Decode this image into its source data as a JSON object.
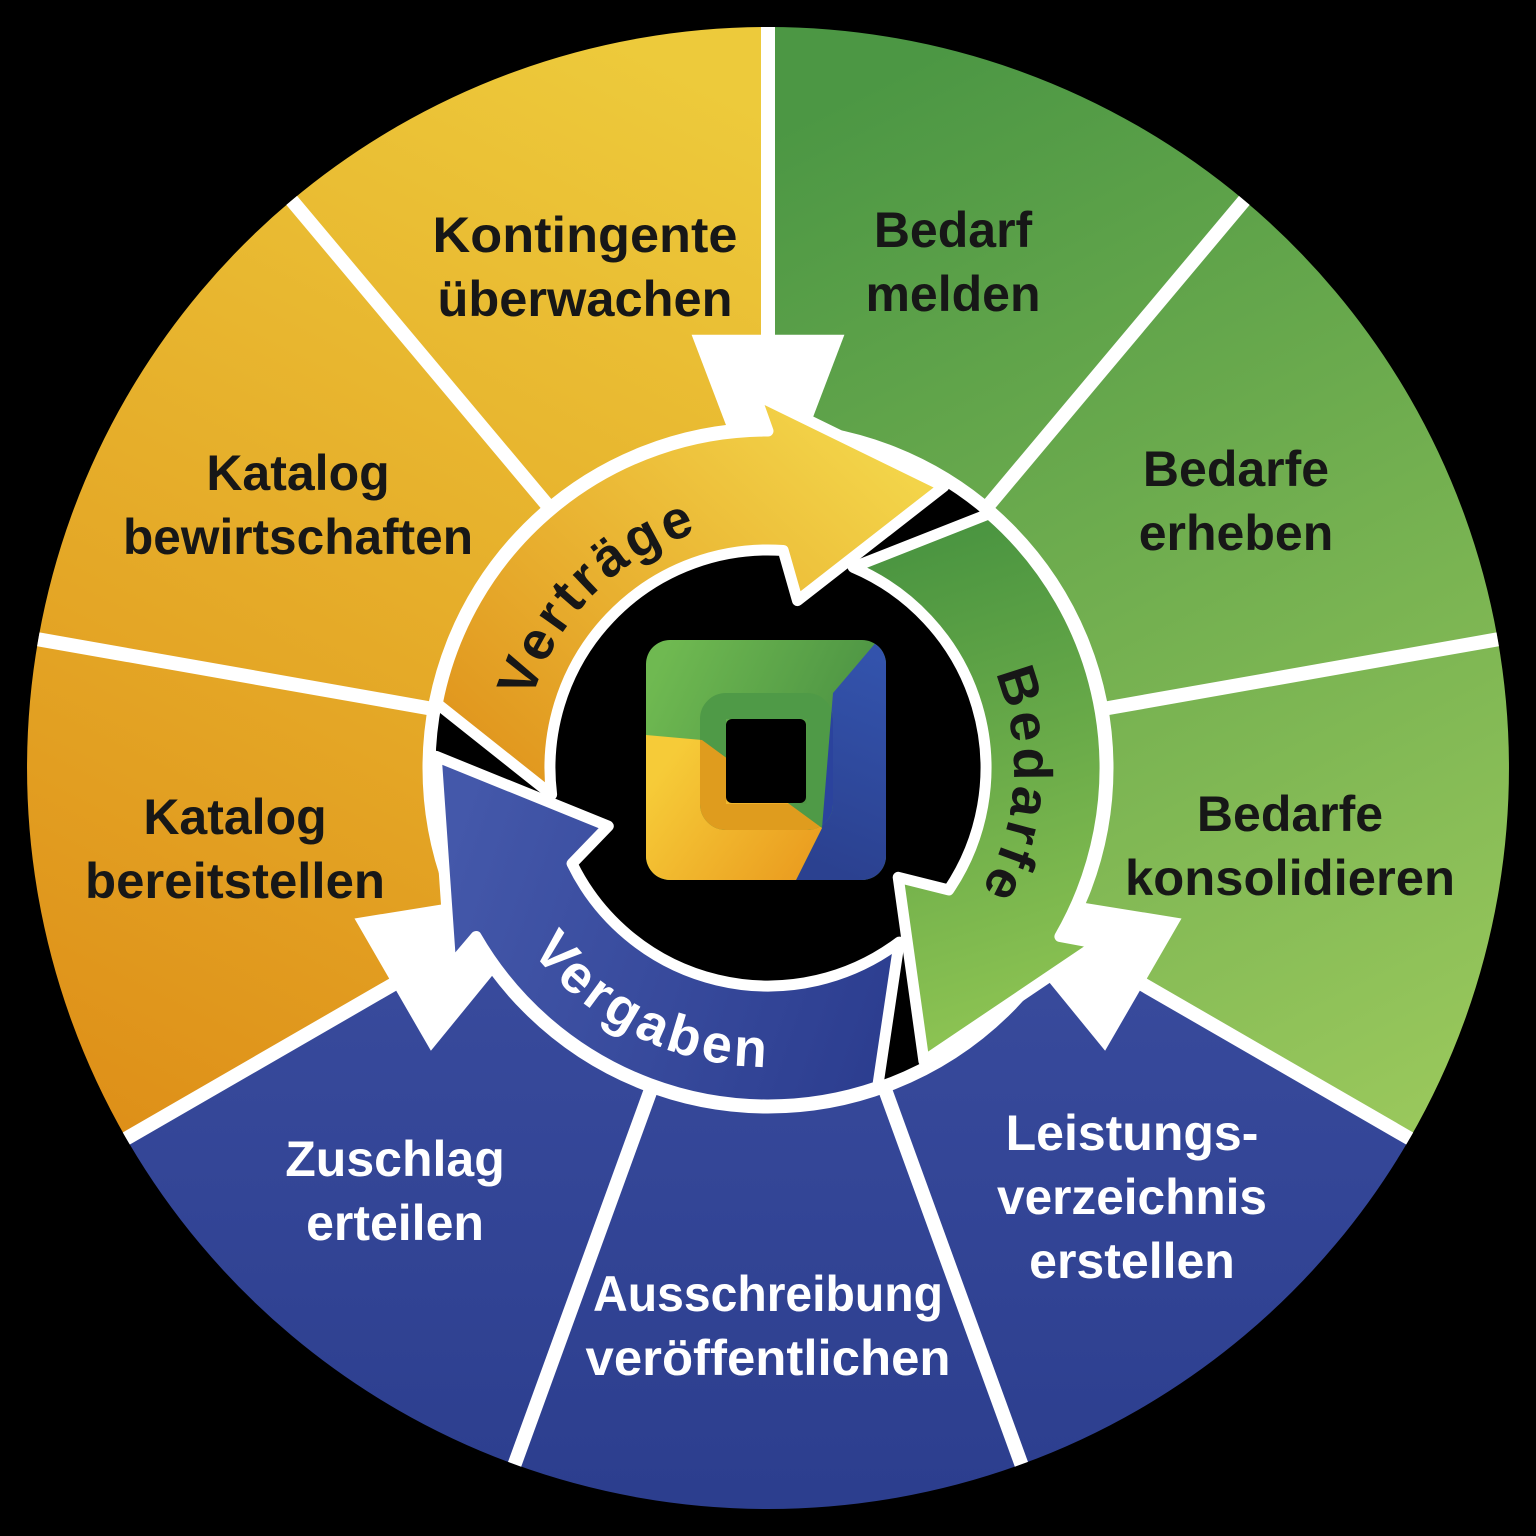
{
  "palette": {
    "background": "#000000",
    "separator": "#FFFFFF",
    "label_dark": "#171717",
    "label_light": "#FFFFFF",
    "segment_green_from": "#4C9744",
    "segment_green_to": "#9DCA5D",
    "segment_yellow_from": "#EDCA3B",
    "segment_yellow_to": "#DE8F18",
    "segment_blue_from": "#2C3E8E",
    "segment_blue_to": "#3A4C9E",
    "arrow_yellow_from": "#DE8E18",
    "arrow_yellow_to": "#F3D449",
    "arrow_green_from": "#3E8C3D",
    "arrow_green_to": "#8BC252",
    "arrow_blue_from": "#28398B",
    "arrow_blue_to": "#4458AA",
    "logo_green_from": "#6FB951",
    "logo_green_to": "#4C9343",
    "logo_blue_from": "#3353AC",
    "logo_blue_to": "#2B4190",
    "logo_yellow_from": "#F6CB38",
    "logo_yellow_to": "#E8941B",
    "logo_ring_green": "#4F9A47",
    "logo_ring_blue": "#2B439D",
    "logo_ring_orange": "#DF9C1E",
    "logo_hole": "#000000"
  },
  "wheel": {
    "logo_icon": "three-color-square-brand-logo",
    "arrows": [
      {
        "id": "vertraege",
        "label": "Verträge"
      },
      {
        "id": "bedarfe",
        "label": "Bedarfe"
      },
      {
        "id": "vergaben",
        "label": "Vergaben"
      }
    ],
    "segments": [
      {
        "id": "bedarf-melden",
        "group": "bedarfe",
        "lines": [
          "Bedarf",
          "melden"
        ]
      },
      {
        "id": "bedarfe-erheben",
        "group": "bedarfe",
        "lines": [
          "Bedarfe",
          "erheben"
        ]
      },
      {
        "id": "bedarfe-konsolidieren",
        "group": "bedarfe",
        "lines": [
          "Bedarfe",
          "konsolidieren"
        ]
      },
      {
        "id": "leistungsverzeichnis-erstellen",
        "group": "vergaben",
        "lines": [
          "Leistungs-",
          "verzeichnis",
          "erstellen"
        ]
      },
      {
        "id": "ausschreibung-veroeffentlichen",
        "group": "vergaben",
        "lines": [
          "Ausschreibung",
          "veröffentlichen"
        ]
      },
      {
        "id": "zuschlag-erteilen",
        "group": "vergaben",
        "lines": [
          "Zuschlag",
          "erteilen"
        ]
      },
      {
        "id": "katalog-bereitstellen",
        "group": "vertraege",
        "lines": [
          "Katalog",
          "bereitstellen"
        ]
      },
      {
        "id": "katalog-bewirtschaften",
        "group": "vertraege",
        "lines": [
          "Katalog",
          "bewirtschaften"
        ]
      },
      {
        "id": "kontingente-ueberwachen",
        "group": "vertraege",
        "lines": [
          "Kontingente",
          "überwachen"
        ]
      }
    ]
  }
}
